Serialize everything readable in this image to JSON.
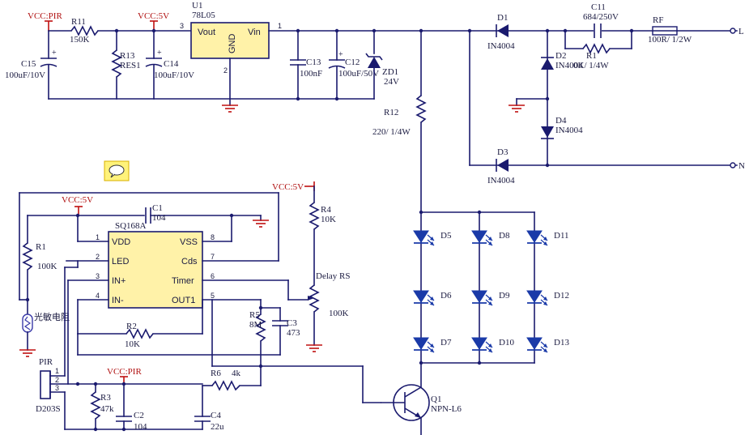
{
  "power": {
    "vcc_pir": "VCC:PIR",
    "vcc_5v": "VCC:5V"
  },
  "regulator": {
    "ref": "U1",
    "part": "78L05",
    "pin_vout": "Vout",
    "pin_vin": "Vin",
    "pin_gnd": "GND",
    "pin1": "1",
    "pin2": "2",
    "pin3": "3"
  },
  "components": {
    "r11": {
      "ref": "R11",
      "value": "150K"
    },
    "r13": {
      "ref": "R13",
      "value": "RES1"
    },
    "c15": {
      "ref": "C15",
      "value": "100uF/10V"
    },
    "c14": {
      "ref": "C14",
      "value": "100uF/10V"
    },
    "c13": {
      "ref": "C13",
      "value": "100nF"
    },
    "c12": {
      "ref": "C12",
      "value": "100uF/50V"
    },
    "zd1": {
      "ref": "ZD1",
      "value": "24V"
    },
    "r12": {
      "ref": "R12",
      "value": "220/ 1/4W"
    },
    "d1": {
      "ref": "D1",
      "value": "IN4004"
    },
    "d2": {
      "ref": "D2",
      "value": "IN4004"
    },
    "d3": {
      "ref": "D3",
      "value": "IN4004"
    },
    "d4": {
      "ref": "D4",
      "value": "IN4004"
    },
    "c11": {
      "ref": "C11",
      "value": "684/250V"
    },
    "r1b": {
      "ref": "R1",
      "value": "0K/ 1/4W"
    },
    "rf": {
      "ref": "RF",
      "value": "100R/ 1/2W"
    },
    "c1": {
      "ref": "C1",
      "value": "104"
    },
    "r1": {
      "ref": "R1",
      "value": "100K"
    },
    "r4": {
      "ref": "R4",
      "value": "10K"
    },
    "delay": {
      "ref": "Delay RS",
      "value": "100K"
    },
    "r5": {
      "ref": "R5",
      "value": "8M"
    },
    "c3": {
      "ref": "C3",
      "value": "473"
    },
    "r2": {
      "ref": "R2",
      "value": "10K"
    },
    "r6": {
      "ref": "R6",
      "value": "4k"
    },
    "r3": {
      "ref": "R3",
      "value": "47k"
    },
    "c2": {
      "ref": "C2",
      "value": "104"
    },
    "c4": {
      "ref": "C4",
      "value": "22u"
    },
    "q1": {
      "ref": "Q1",
      "value": "NPN-L6"
    },
    "ldr": {
      "value": "光敏电阻"
    },
    "pir": {
      "ref": "PIR",
      "part": "D203S",
      "pin1": "1",
      "pin2": "2",
      "pin3": "3"
    }
  },
  "terminals": {
    "l": "L",
    "n": "N"
  },
  "leds": [
    "D5",
    "D6",
    "D7",
    "D8",
    "D9",
    "D10",
    "D11",
    "D12",
    "D13"
  ],
  "ic": {
    "part": "SQ168A",
    "left_pins": [
      {
        "num": "1",
        "name": "VDD"
      },
      {
        "num": "2",
        "name": "LED"
      },
      {
        "num": "3",
        "name": "IN+"
      },
      {
        "num": "4",
        "name": "IN-"
      }
    ],
    "right_pins": [
      {
        "num": "8",
        "name": "VSS"
      },
      {
        "num": "7",
        "name": "Cds"
      },
      {
        "num": "6",
        "name": "Timer"
      },
      {
        "num": "5",
        "name": "OUT1"
      }
    ]
  },
  "colors": {
    "wire": "#1a1a6e",
    "ic_fill": "#fff2a8",
    "power": "#b01010",
    "led": "#1a3aa8"
  }
}
